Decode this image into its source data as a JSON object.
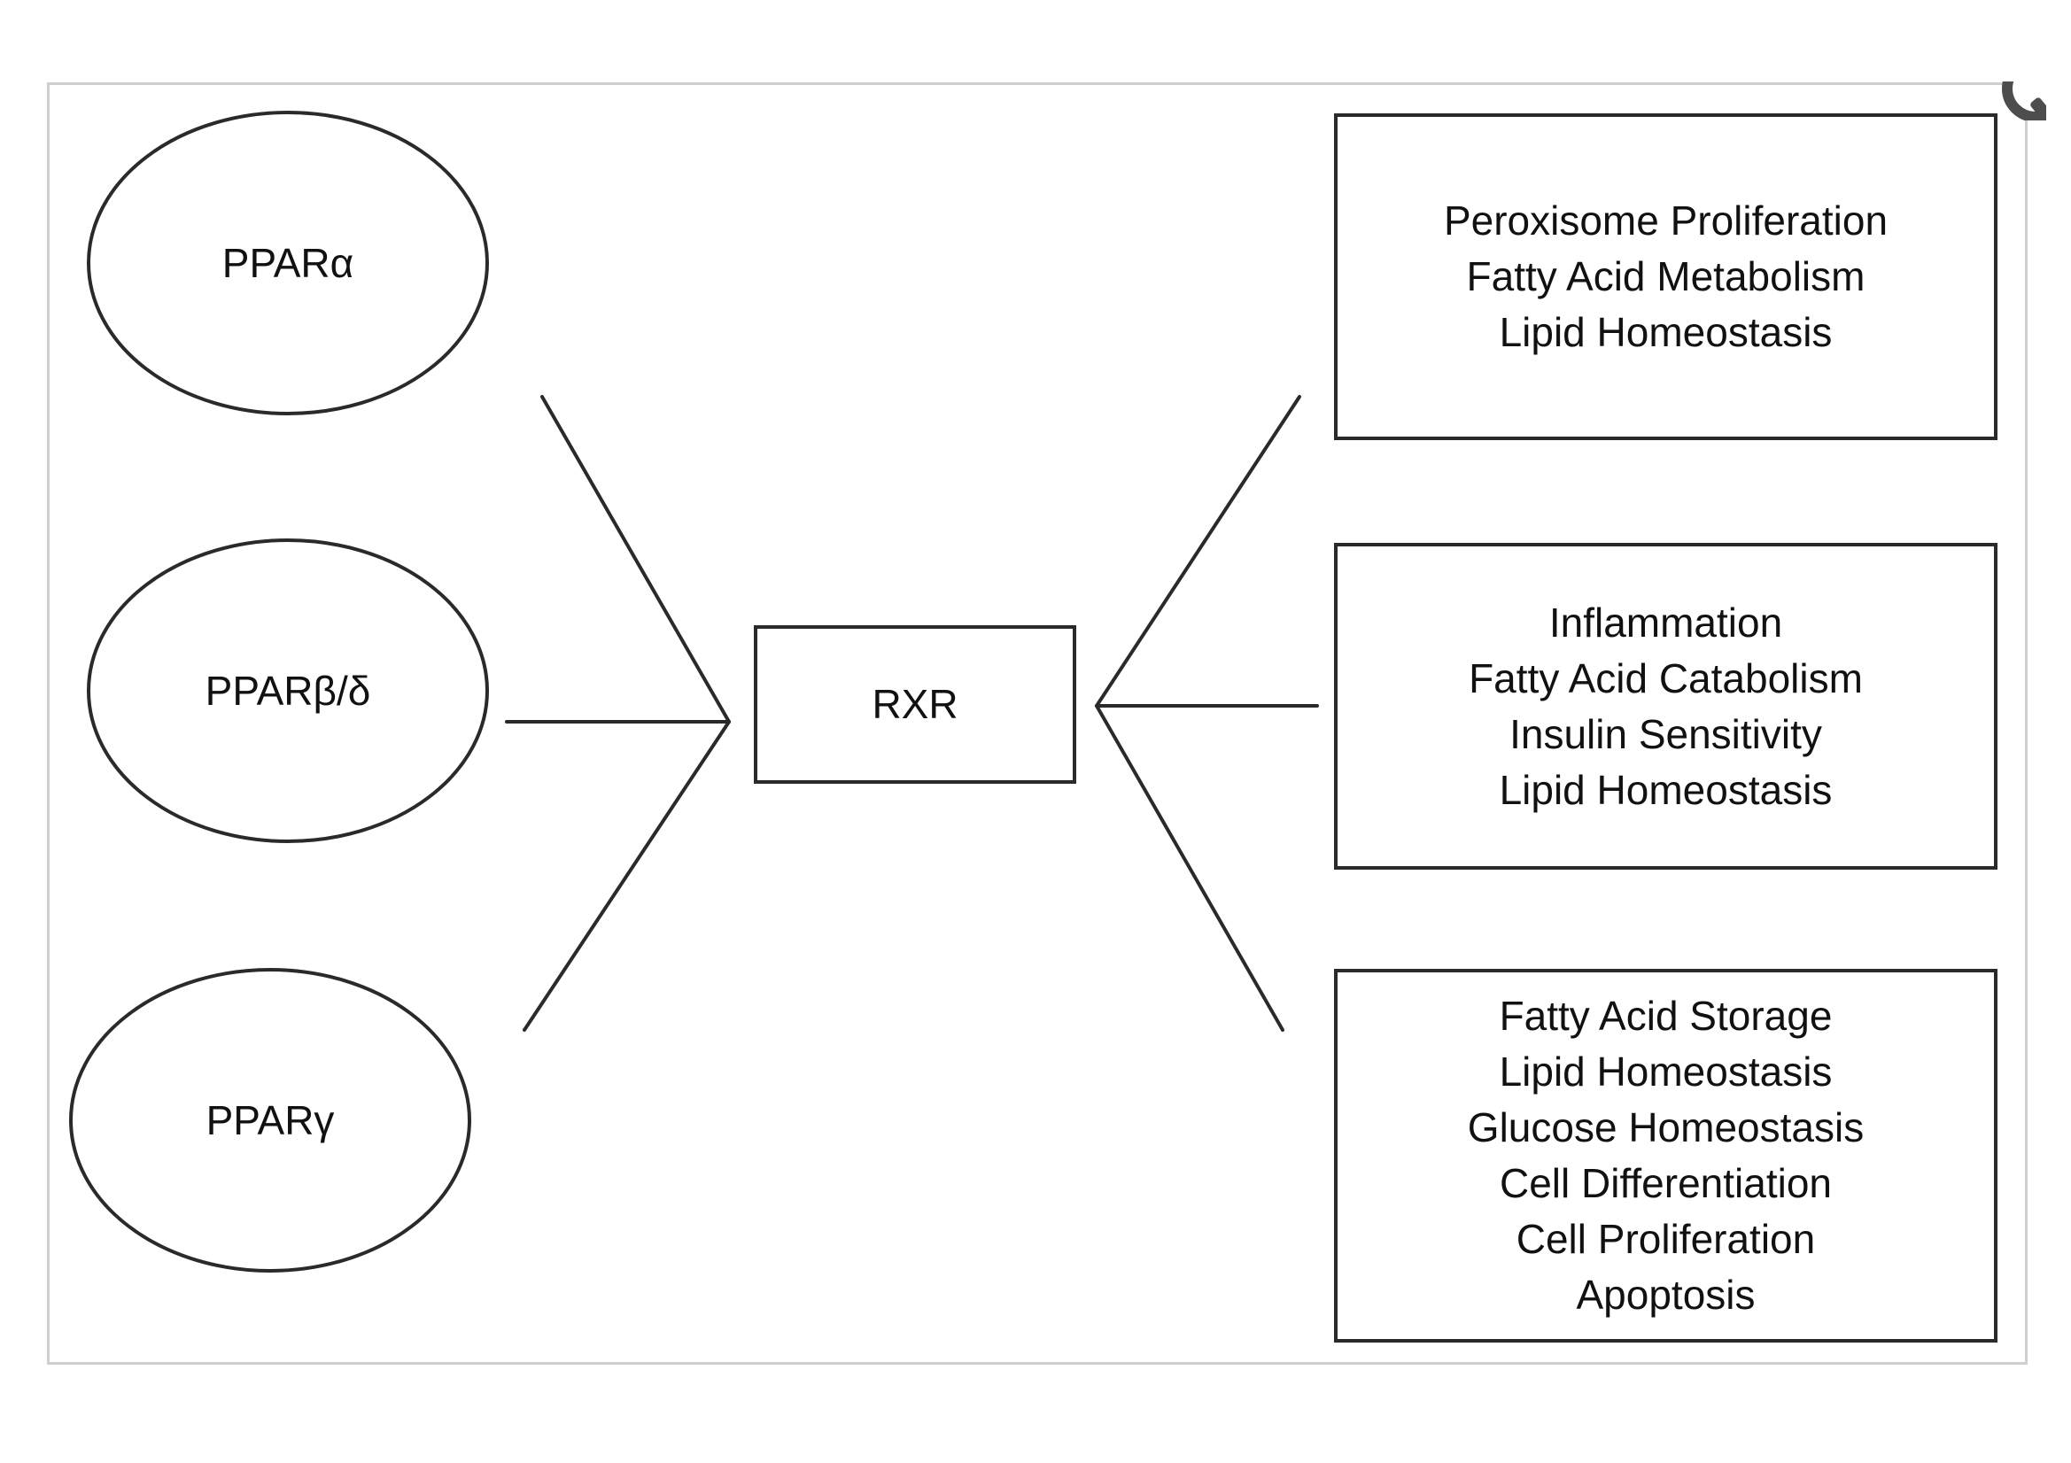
{
  "receptors": [
    {
      "id": "alpha",
      "label": "PPARα"
    },
    {
      "id": "beta-delta",
      "label": "PPARβ/δ"
    },
    {
      "id": "gamma",
      "label": "PPARγ"
    }
  ],
  "partner": {
    "label": "RXR"
  },
  "functions": [
    {
      "id": "alpha",
      "lines": [
        "Peroxisome Proliferation",
        "Fatty Acid Metabolism",
        "Lipid Homeostasis"
      ]
    },
    {
      "id": "beta-delta",
      "lines": [
        "Inflammation",
        "Fatty Acid Catabolism",
        "Insulin Sensitivity",
        "Lipid Homeostasis"
      ]
    },
    {
      "id": "gamma",
      "lines": [
        "Fatty Acid Storage",
        "Lipid Homeostasis",
        "Glucose Homeostasis",
        "Cell Differentiation",
        "Cell Proliferation",
        "Apoptosis"
      ]
    }
  ],
  "overlay": {
    "icon": "magnifier-icon"
  }
}
